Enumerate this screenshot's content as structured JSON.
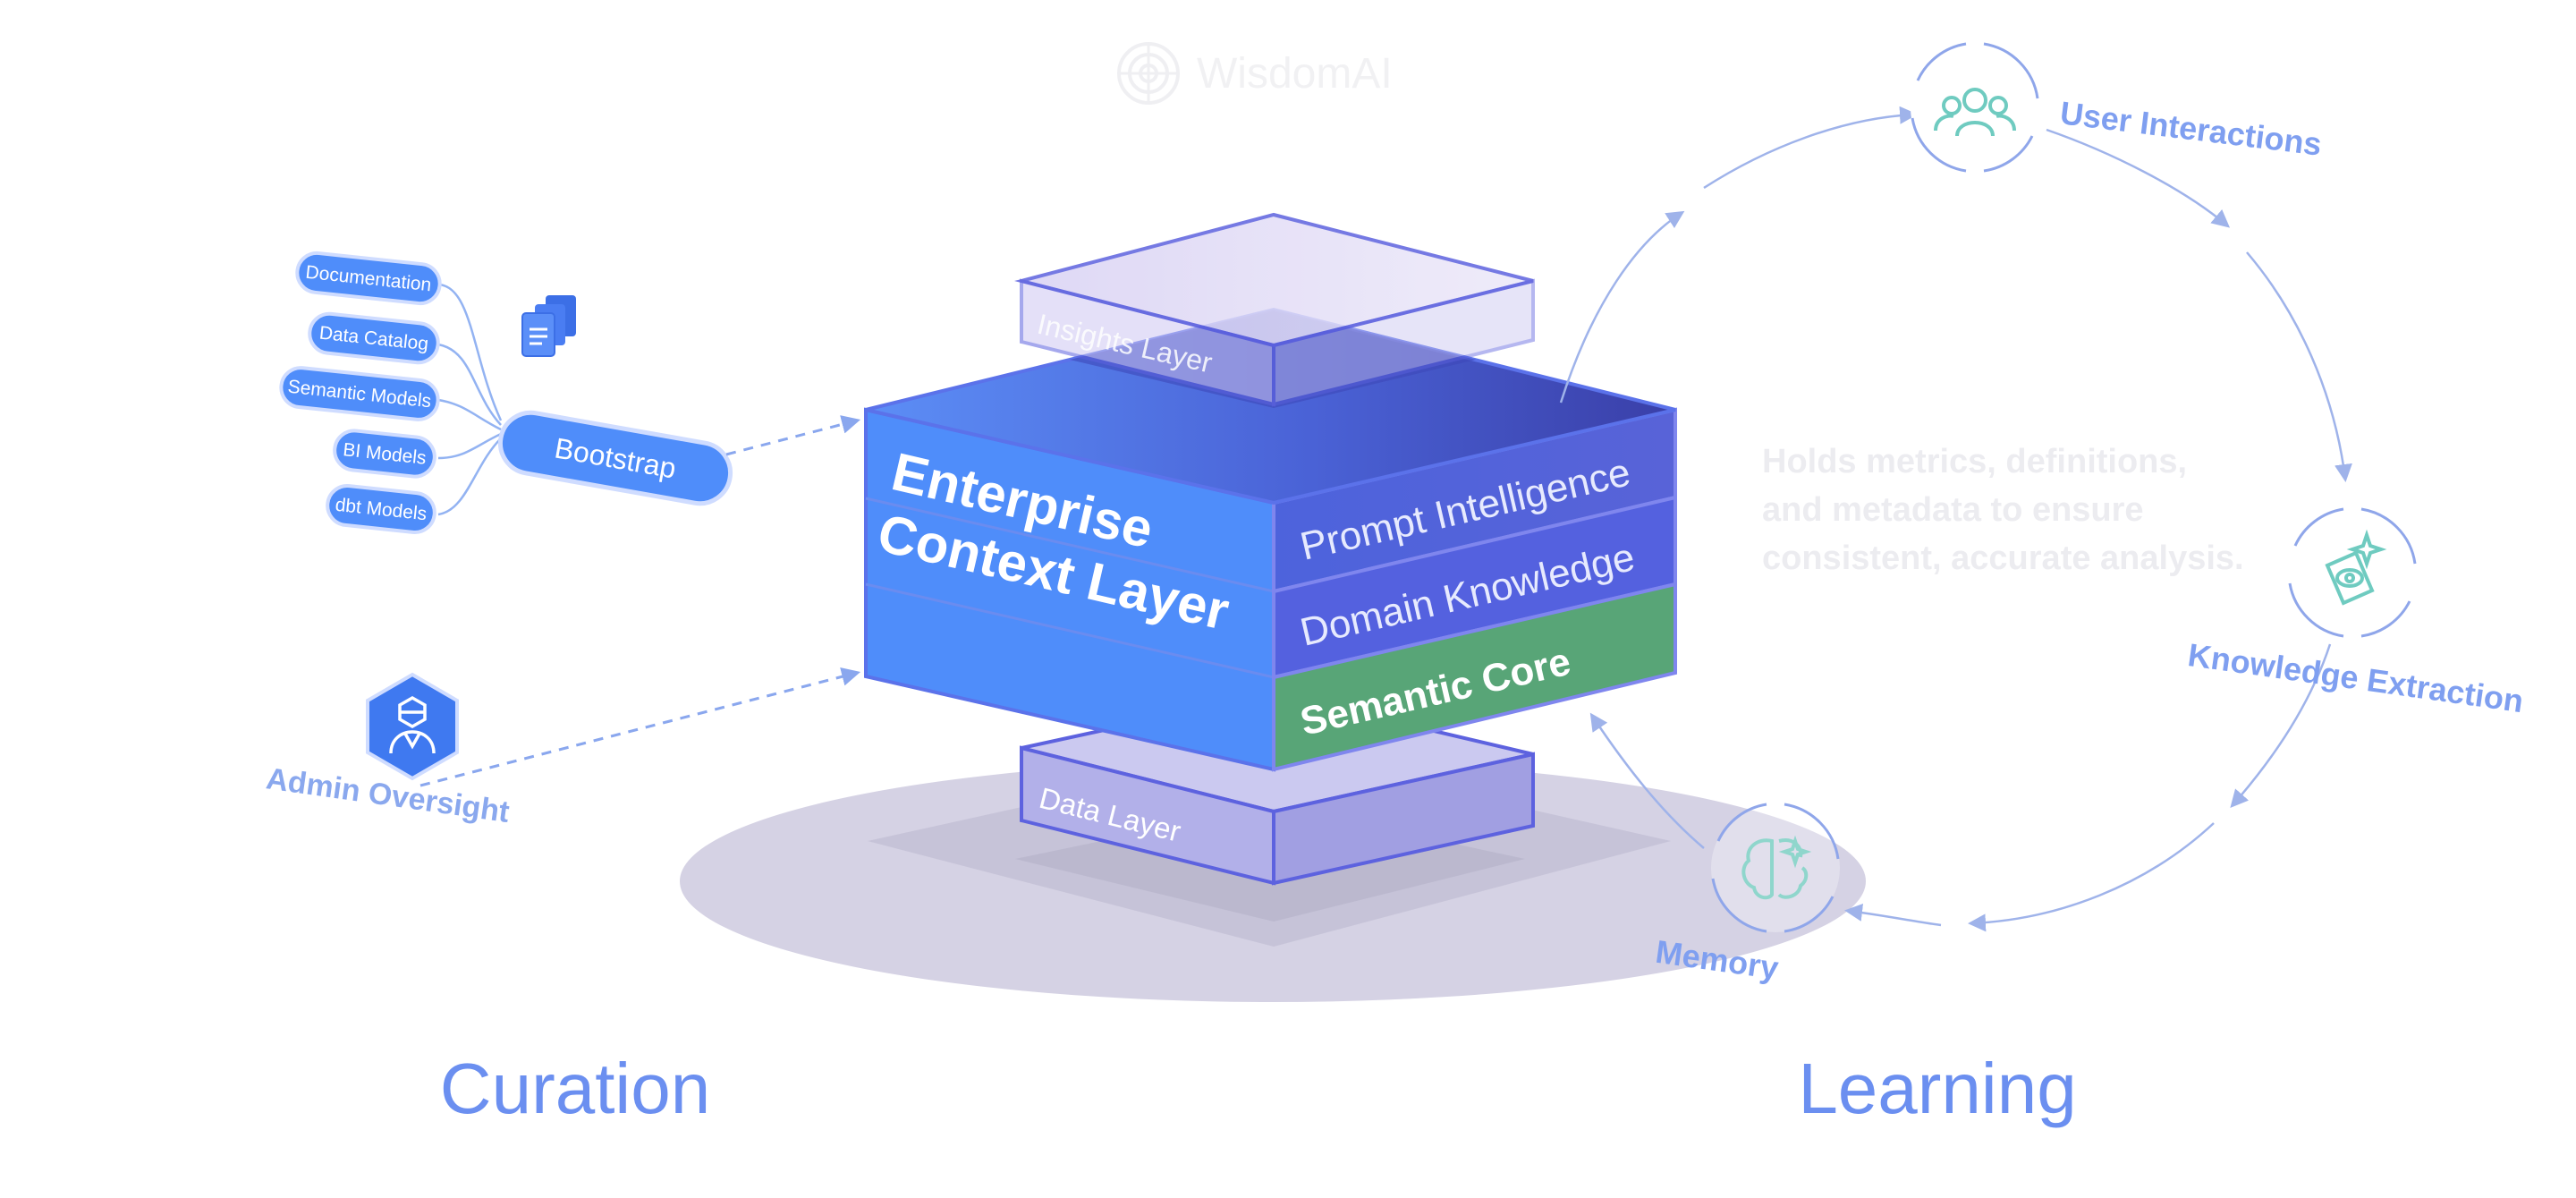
{
  "brand": {
    "name": "WisdomAI",
    "logo_icon": "wisdomai-logo-icon"
  },
  "sources": {
    "items": [
      "Documentation",
      "Data Catalog",
      "Semantic Models",
      "BI Models",
      "dbt Models"
    ],
    "icon": "documents-icon",
    "bootstrap_label": "Bootstrap"
  },
  "admin": {
    "label": "Admin Oversight",
    "icon": "admin-user-icon"
  },
  "stack": {
    "title_line1": "Enterprise",
    "title_line2": "Context Layer",
    "top_layer": "Insights Layer",
    "bottom_layer": "Data Layer",
    "layers": [
      "Prompt Intelligence",
      "Domain Knowledge",
      "Semantic Core"
    ]
  },
  "description": {
    "line1": "Holds metrics, definitions,",
    "line2": "and metadata to ensure",
    "line3": "consistent, accurate analysis."
  },
  "learning_cycle": {
    "user_interactions": "User Interactions",
    "knowledge_extraction": "Knowledge Extraction",
    "memory": "Memory",
    "icons": [
      "users-icon",
      "eye-sparkle-icon",
      "brain-sparkle-icon"
    ]
  },
  "sections": {
    "left": "Curation",
    "right": "Learning"
  },
  "colors": {
    "primary_blue": "#4f8dfa",
    "indigo": "#5060dd",
    "semantic_green": "#58a577",
    "lavender": "#d5d2e4",
    "accent_text": "#6b8ff0",
    "teal_icon": "#6fcbc0"
  }
}
